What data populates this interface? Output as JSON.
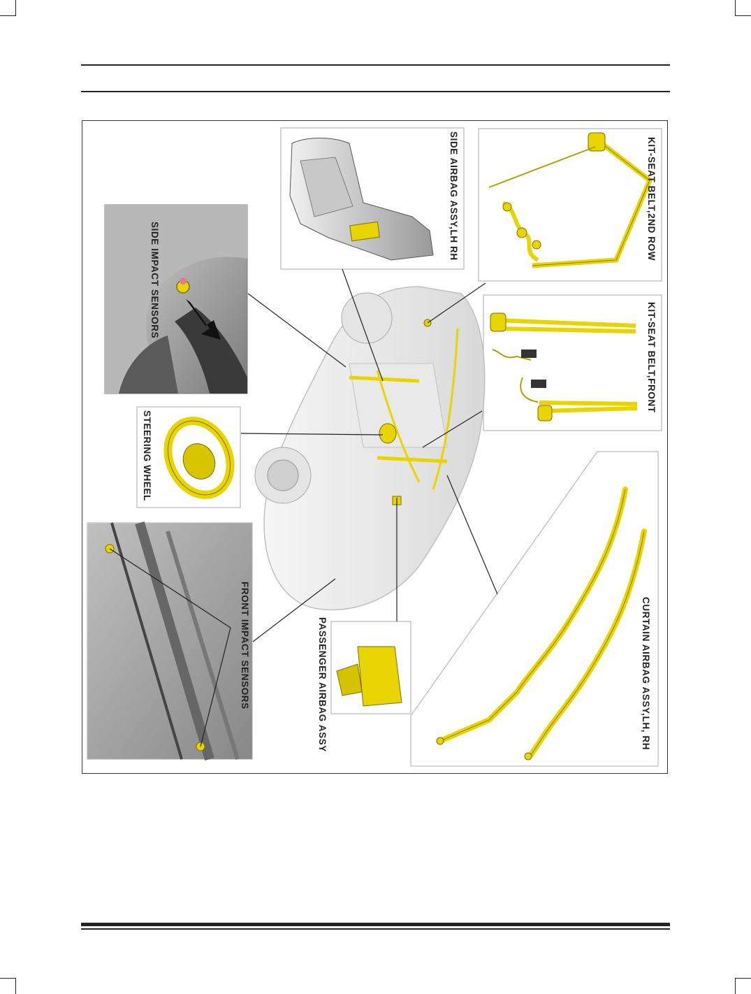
{
  "labels": {
    "seat_belt_2nd_row": "KIT-SEAT BELT,2ND ROW",
    "seat_belt_front": "KIT-SEAT BELT,FRONT",
    "curtain_airbag": "CURTAIN AIRBAG ASSY,LH, RH",
    "side_airbag": "SIDE AIRBAG ASSY,LH RH",
    "side_impact_sensors": "SIDE IMPACT SENSORS",
    "steering_wheel": "STEERING WHEEL",
    "front_impact_sensors": "FRONT IMPACT SENSORS",
    "passenger_airbag": "PASSENGER AIRBAG ASSY"
  },
  "colors": {
    "component_yellow": "#e8d400",
    "line": "#222222",
    "panel_border": "#bdbdbd"
  }
}
